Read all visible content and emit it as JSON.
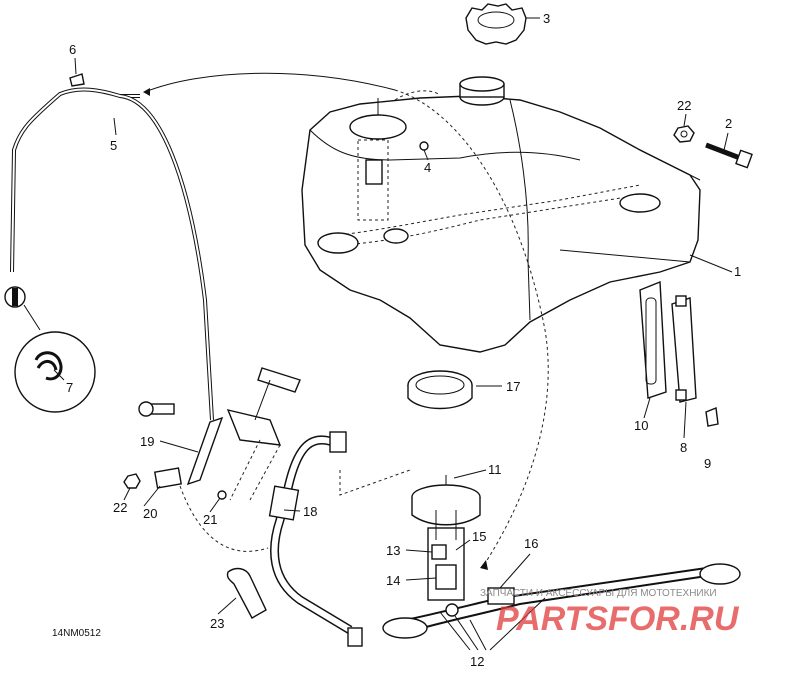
{
  "diagram_code": "14NM0512",
  "watermark": {
    "tagline": "ЗАПЧАСТИ И АКСЕССУАРЫ ДЛЯ МОТОТЕХНИКИ",
    "logo": "PARTSFOR.RU"
  },
  "callouts": [
    {
      "id": "1",
      "label": "1"
    },
    {
      "id": "2",
      "label": "2"
    },
    {
      "id": "3",
      "label": "3"
    },
    {
      "id": "4",
      "label": "4"
    },
    {
      "id": "5",
      "label": "5"
    },
    {
      "id": "6",
      "label": "6"
    },
    {
      "id": "7",
      "label": "7"
    },
    {
      "id": "8",
      "label": "8"
    },
    {
      "id": "9",
      "label": "9"
    },
    {
      "id": "10",
      "label": "10"
    },
    {
      "id": "11",
      "label": "11"
    },
    {
      "id": "12",
      "label": "12"
    },
    {
      "id": "13",
      "label": "13"
    },
    {
      "id": "14",
      "label": "14"
    },
    {
      "id": "15",
      "label": "15"
    },
    {
      "id": "16",
      "label": "16"
    },
    {
      "id": "17",
      "label": "17"
    },
    {
      "id": "18",
      "label": "18"
    },
    {
      "id": "19",
      "label": "19"
    },
    {
      "id": "20",
      "label": "20"
    },
    {
      "id": "21",
      "label": "21"
    },
    {
      "id": "22a",
      "label": "22"
    },
    {
      "id": "22b",
      "label": "22"
    },
    {
      "id": "23",
      "label": "23"
    }
  ]
}
